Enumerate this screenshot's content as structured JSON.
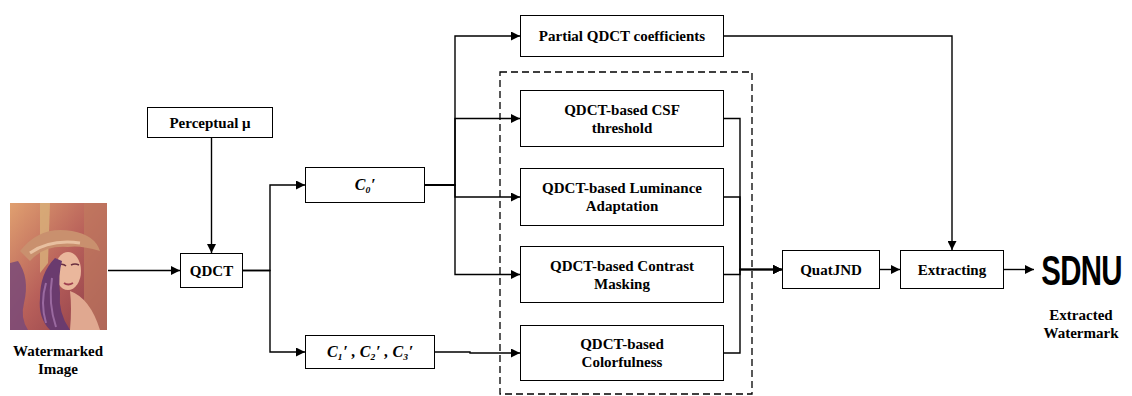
{
  "diagram": {
    "nodes": [
      {
        "text": [
          "Watermarked Image"
        ]
      },
      {
        "text": [
          "Perceptual μ"
        ]
      },
      {
        "text": [
          "QDCT"
        ]
      },
      {
        "text": [
          "C₀′"
        ]
      },
      {
        "text": [
          "C₁′ , C₂′ , C₃′"
        ]
      },
      {
        "text": [
          "Partial QDCT coefficients"
        ]
      },
      {
        "text": [
          "QDCT-based CSF threshold"
        ]
      },
      {
        "text": [
          "QDCT-based Luminance Adaptation"
        ]
      },
      {
        "text": [
          "QDCT-based Contrast Masking"
        ]
      },
      {
        "text": [
          "QDCT-based Colorfulness"
        ]
      },
      {
        "text": [
          "QuatJND"
        ]
      },
      {
        "text": [
          "Extracting"
        ]
      },
      {
        "text": [
          "SDNU",
          "Extracted Watermark"
        ]
      }
    ],
    "edges": [
      {
        "from": 0,
        "to": 2,
        "arrow": "to"
      },
      {
        "from": 1,
        "to": 2,
        "arrow": "to"
      },
      {
        "from": 2,
        "to": 3,
        "arrow": "to"
      },
      {
        "from": 2,
        "to": 4,
        "arrow": "to"
      },
      {
        "from": 3,
        "to": 5,
        "arrow": "to"
      },
      {
        "from": 3,
        "to": 6,
        "arrow": "to"
      },
      {
        "from": 3,
        "to": 7,
        "arrow": "to"
      },
      {
        "from": 3,
        "to": 8,
        "arrow": "to"
      },
      {
        "from": 4,
        "to": 9,
        "arrow": "to"
      },
      {
        "from": 6,
        "to": 10,
        "arrow": "to"
      },
      {
        "from": 7,
        "to": 10,
        "arrow": "to"
      },
      {
        "from": 8,
        "to": 10,
        "arrow": "to"
      },
      {
        "from": 9,
        "to": 10,
        "arrow": "to"
      },
      {
        "from": 10,
        "to": 11,
        "arrow": "to"
      },
      {
        "from": 5,
        "to": 11,
        "arrow": "to"
      },
      {
        "from": 11,
        "to": 12,
        "arrow": "to"
      }
    ]
  }
}
